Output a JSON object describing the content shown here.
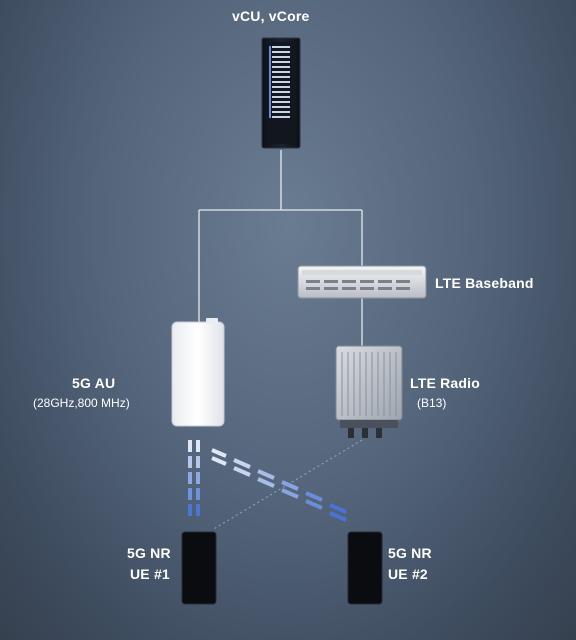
{
  "nodes": {
    "vcu": {
      "label": "vCU, vCore"
    },
    "lte_baseband": {
      "label": "LTE Baseband"
    },
    "au_5g": {
      "label": "5G AU",
      "sublabel": "(28GHz,800 MHz)"
    },
    "lte_radio": {
      "label": "LTE Radio",
      "sublabel": "(B13)"
    },
    "ue1": {
      "label_line1": "5G NR",
      "label_line2": "UE #1"
    },
    "ue2": {
      "label_line1": "5G NR",
      "label_line2": "UE #2"
    }
  },
  "icons": {
    "vcu": "server-rack-icon",
    "lte_baseband": "baseband-unit-icon",
    "au_5g": "access-unit-icon",
    "lte_radio": "radio-unit-icon",
    "ue1": "phone-icon",
    "ue2": "phone-icon"
  },
  "colors": {
    "background": "#55667c",
    "link": "#ffffff",
    "beam": "#5c7fd6"
  }
}
